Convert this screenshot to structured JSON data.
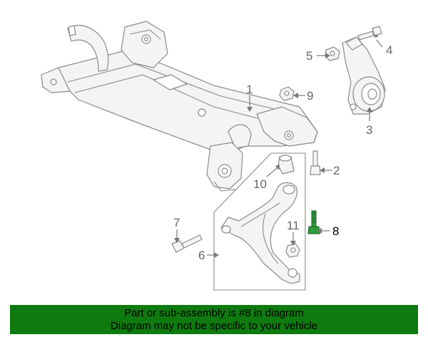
{
  "callouts": {
    "c1": "1",
    "c2": "2",
    "c3": "3",
    "c4": "4",
    "c5": "5",
    "c6": "6",
    "c7": "7",
    "c8": "8",
    "c9": "9",
    "c10": "10",
    "c11": "11"
  },
  "highlighted_part": "8",
  "banner": {
    "line1": "Part or sub-assembly is #8 in diagram",
    "line2": "Diagram may not be specific to your vehicle",
    "background": "#0f7a0f"
  },
  "colors": {
    "linework": "#8a8a8a",
    "highlight_bolt": "#2e9a3a"
  }
}
